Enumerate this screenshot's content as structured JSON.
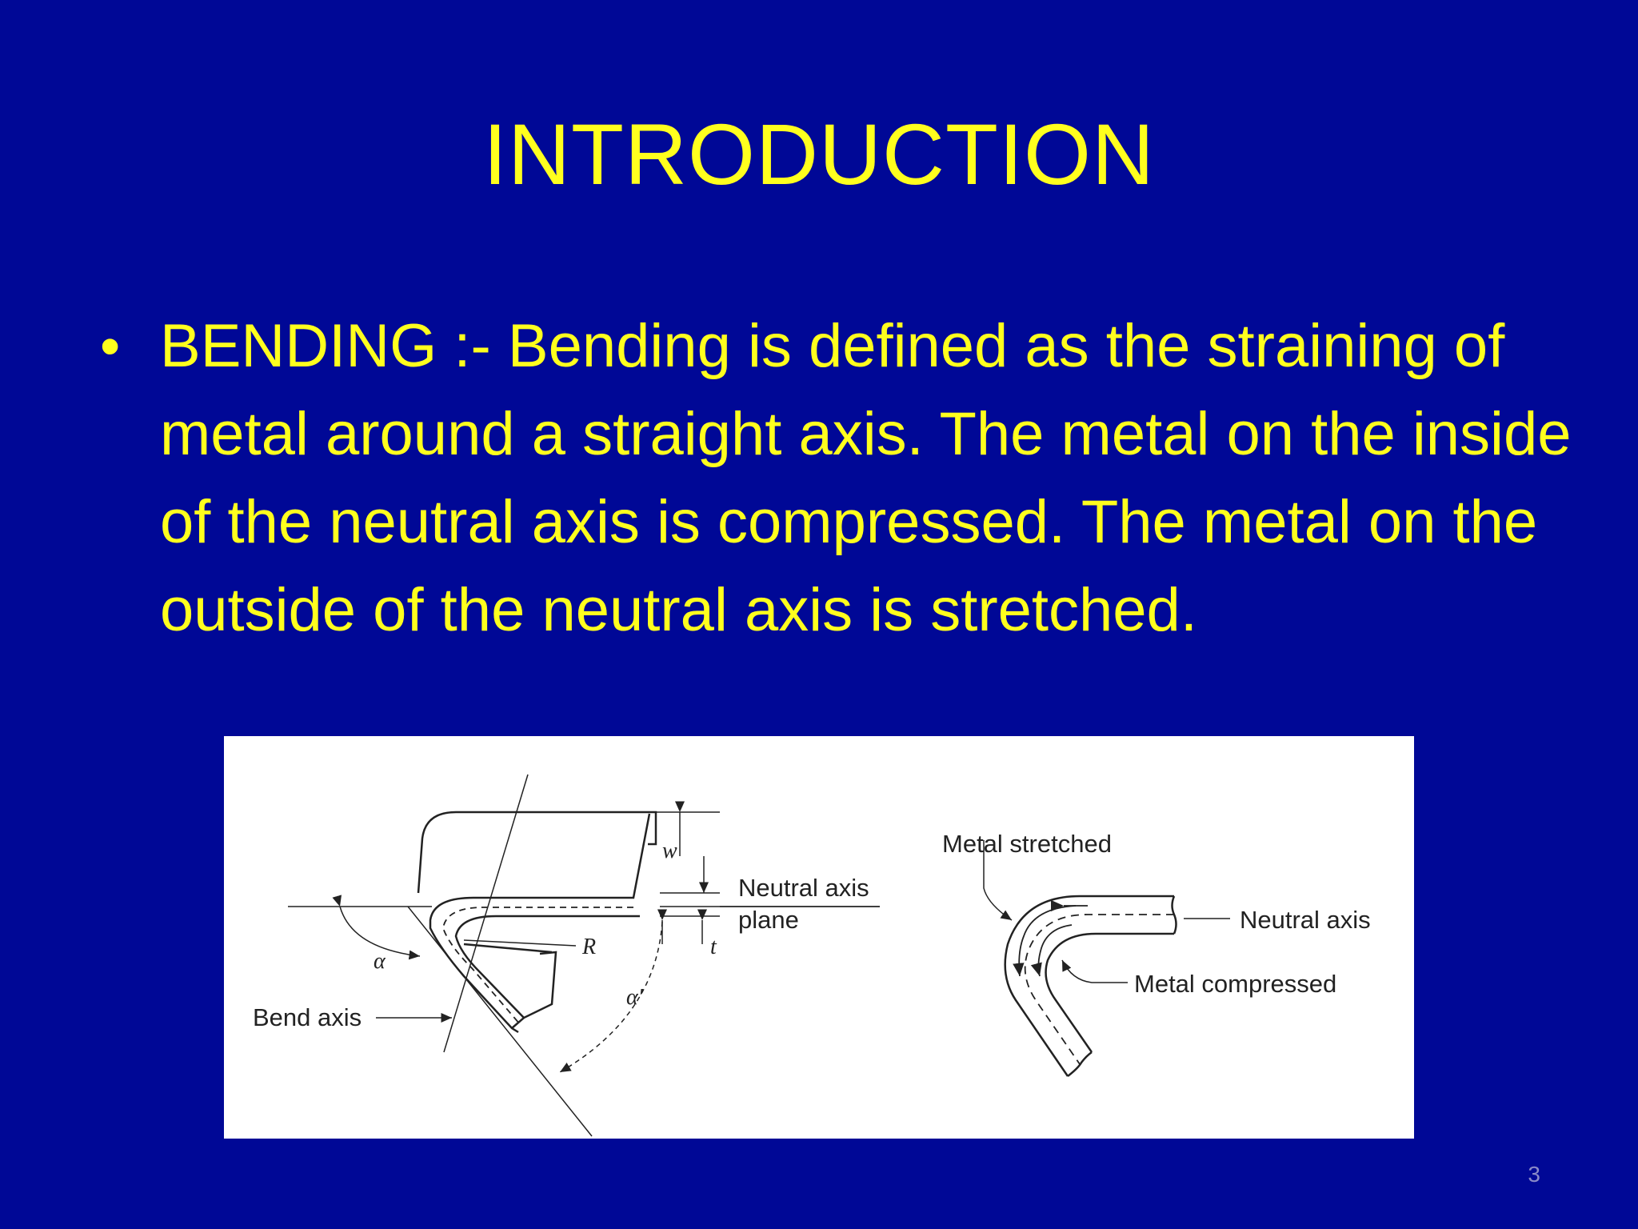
{
  "slide": {
    "title": "INTRODUCTION",
    "bullet_symbol": "•",
    "bullet_text": "BENDING :- Bending is defined as the straining of metal around a straight axis. The metal on the inside of the neutral axis is compressed. The metal on the outside of the neutral axis is stretched.",
    "page_number": "3"
  },
  "figure": {
    "left_diagram": {
      "label_w": "w",
      "label_neutral_axis": "Neutral axis",
      "label_plane": "plane",
      "label_r": "R",
      "label_t": "t",
      "label_alpha": "α",
      "label_alpha_prime": "α′",
      "label_bend_axis": "Bend axis"
    },
    "right_diagram": {
      "label_stretched": "Metal stretched",
      "label_neutral_axis": "Neutral axis",
      "label_compressed": "Metal compressed"
    }
  },
  "colors": {
    "background": "#000896",
    "text": "#ffff1e",
    "figure_background": "#ffffff"
  }
}
